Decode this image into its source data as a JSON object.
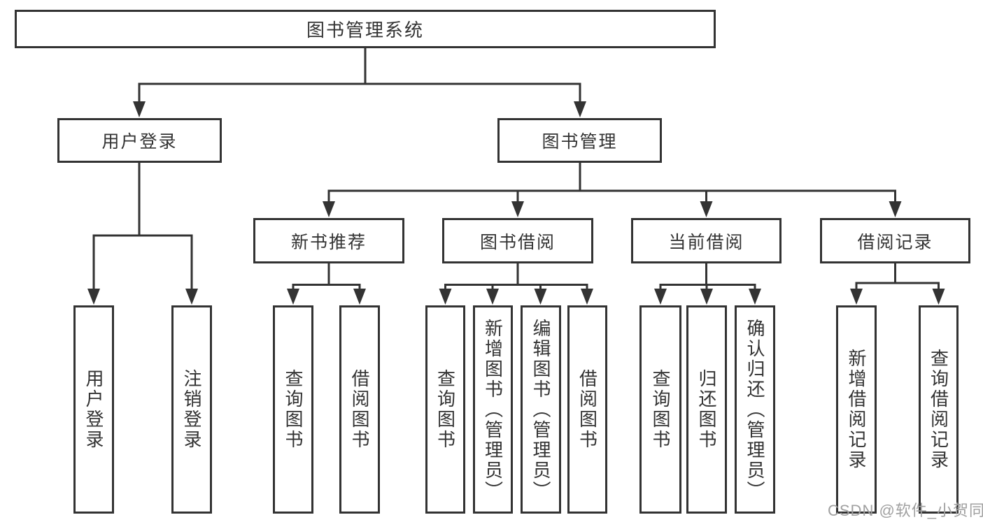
{
  "diagram": {
    "nodes": {
      "root": "图书管理系统",
      "user_login": "用户登录",
      "book_management": "图书管理",
      "new_book_recommend": "新书推荐",
      "book_borrowing": "图书借阅",
      "current_borrowing": "当前借阅",
      "borrowing_records": "借阅记录"
    },
    "leaves": {
      "user_login": [
        "用户登录",
        "注销登录"
      ],
      "new_book_recommend": [
        "查询图书",
        "借阅图书"
      ],
      "book_borrowing": [
        "查询图书",
        "新增图书（管理员）",
        "编辑图书（管理员）",
        "借阅图书"
      ],
      "current_borrowing": [
        "查询图书",
        "归还图书",
        "确认归还（管理员）"
      ],
      "borrowing_records": [
        "新增借阅记录",
        "查询借阅记录"
      ]
    },
    "watermark": "CSDN @软件_小贺同学",
    "colors": {
      "line": "#333333",
      "text": "#333333",
      "box_background": "#ffffff",
      "watermark": "#a0a0a0",
      "background": "#ffffff"
    }
  }
}
